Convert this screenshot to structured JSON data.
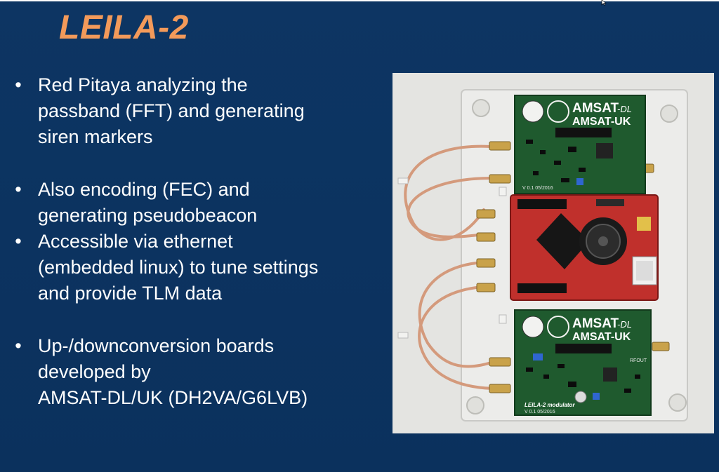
{
  "slide": {
    "title": "LEILA-2",
    "bullets": [
      {
        "bullet": "•",
        "lines": [
          "Red Pitaya analyzing the",
          "passband (FFT) and generating",
          "siren markers"
        ]
      },
      {
        "bullet": "•",
        "lines": [
          "Also encoding (FEC) and",
          "generating pseudobeacon"
        ]
      },
      {
        "bullet": "•",
        "lines": [
          "Accessible via ethernet",
          "(embedded linux) to tune settings",
          "and provide TLM data"
        ]
      },
      {
        "bullet": "•",
        "lines": [
          "Up-/downconversion boards",
          "developed by",
          "AMSAT-DL/UK (DH2VA/G6LVB)"
        ]
      }
    ]
  },
  "photo": {
    "top_board": {
      "logo_line1": "AMSAT",
      "logo_line1_suffix": "-DL",
      "logo_line2": "AMSAT-UK",
      "version": "V 0.1 05/2016"
    },
    "bottom_board": {
      "logo_line1": "AMSAT",
      "logo_line1_suffix": "-DL",
      "logo_line2": "AMSAT-UK",
      "module_label": "LEILA-2 modulator",
      "version": "V 0.1 05/2016",
      "port_label": "RFOUT"
    },
    "colors": {
      "pcb_green": "#1f5a2e",
      "pitaya_red": "#c0302c",
      "cable": "#d49a7c",
      "connector": "#c9a24a"
    }
  },
  "colors": {
    "background": "#0c3360",
    "title": "#f39a5a",
    "text": "#ffffff"
  },
  "icons": {
    "cursor": "mouse-pointer-icon"
  }
}
